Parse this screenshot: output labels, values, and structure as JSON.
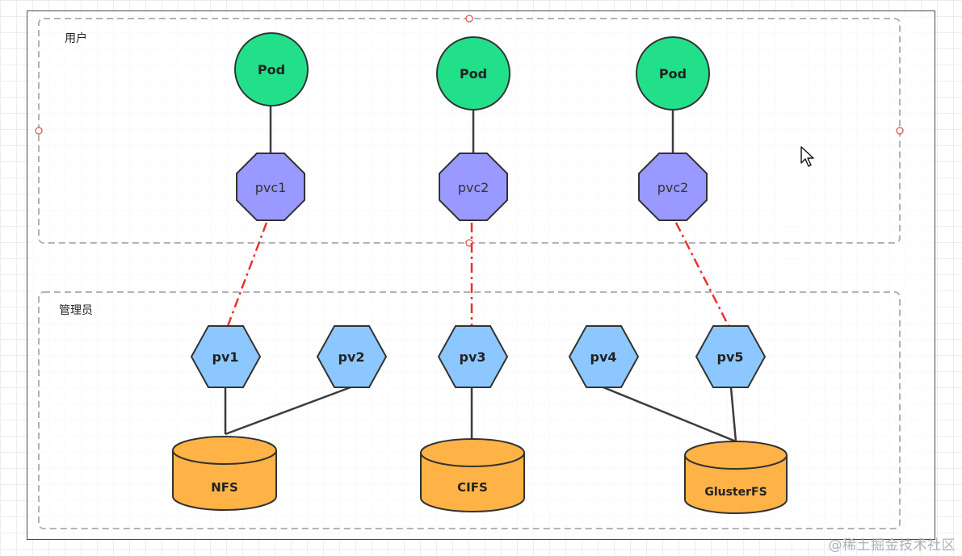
{
  "groups": {
    "user": {
      "label": "用户"
    },
    "admin": {
      "label": "管理员"
    }
  },
  "pods": [
    {
      "label": "Pod"
    },
    {
      "label": "Pod"
    },
    {
      "label": "Pod"
    }
  ],
  "pvcs": [
    {
      "label": "pvc1"
    },
    {
      "label": "pvc2"
    },
    {
      "label": "pvc2"
    }
  ],
  "pvs": [
    {
      "label": "pv1"
    },
    {
      "label": "pv2"
    },
    {
      "label": "pv3"
    },
    {
      "label": "pv4"
    },
    {
      "label": "pv5"
    }
  ],
  "storage": [
    {
      "label": "NFS"
    },
    {
      "label": "CIFS"
    },
    {
      "label": "GlusterFS"
    }
  ],
  "watermark": "@稀土掘金技术社区",
  "colors": {
    "pod": "#22e08a",
    "pvc": "#9999ff",
    "pv": "#8cc8ff",
    "storage": "#ffb347",
    "binding_line": "#e8322e",
    "edge": "#3c3c3c"
  }
}
